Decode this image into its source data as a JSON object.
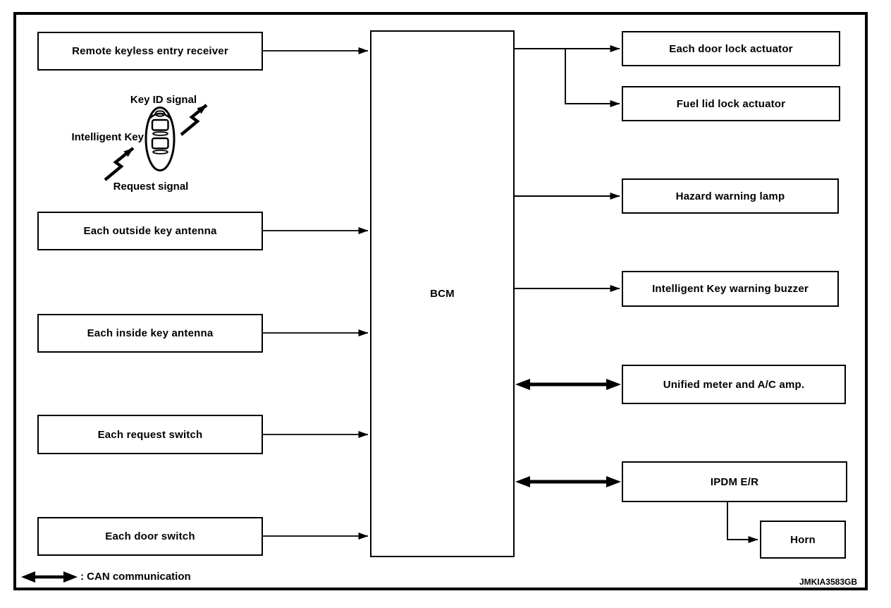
{
  "diagram": {
    "figure_code": "JMKIA3583GB",
    "colors": {
      "line": "#000000",
      "background": "#ffffff",
      "text": "#000000"
    },
    "bcm": {
      "label": "BCM"
    },
    "inputs": [
      {
        "label": "Remote keyless entry receiver"
      },
      {
        "label": "Each outside key antenna"
      },
      {
        "label": "Each inside key antenna"
      },
      {
        "label": "Each request switch"
      },
      {
        "label": "Each door switch"
      }
    ],
    "outputs": [
      {
        "label": "Each door lock actuator",
        "link": "arrow-to-device"
      },
      {
        "label": "Fuel lid lock actuator",
        "link": "arrow-to-device"
      },
      {
        "label": "Hazard warning lamp",
        "link": "arrow-to-device"
      },
      {
        "label": "Intelligent Key warning buzzer",
        "link": "arrow-to-device"
      },
      {
        "label": "Unified meter and A/C amp.",
        "link": "can-communication"
      },
      {
        "label": "IPDM E/R",
        "link": "can-communication"
      },
      {
        "label": "Horn",
        "link": "arrow-from-ipdm"
      }
    ],
    "key_illustration": {
      "device_label": "Intelligent Key",
      "top_signal_label": "Key ID signal",
      "bottom_signal_label": "Request signal"
    },
    "legend": {
      "text": ": CAN communication",
      "symbol": "can-double-arrow"
    }
  }
}
